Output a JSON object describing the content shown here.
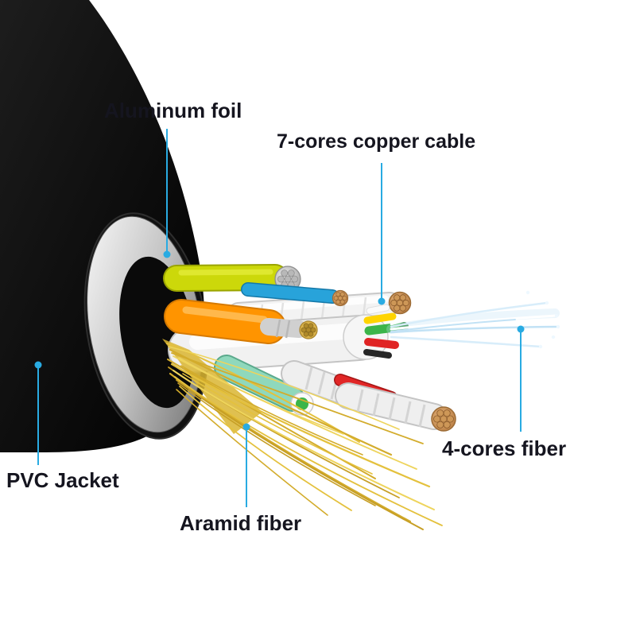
{
  "diagram": {
    "subject": "Cable cross-section cutaway diagram",
    "labels": {
      "aluminum_foil": "Aluminum foil",
      "copper_cable": "7-cores copper cable",
      "pvc_jacket": "PVC Jacket",
      "aramid_fiber": "Aramid fiber",
      "fiber_4core": "4-cores fiber"
    },
    "callout_style": {
      "line_color": "#29abe2",
      "dot_color": "#29abe2",
      "text_color": "#15151f"
    },
    "part_colors": {
      "pvc_jacket": "#050505",
      "aluminum_foil_light": "#fdfdfd",
      "aluminum_foil_dark": "#6a6a6a",
      "copper": "#c08552",
      "orange_wire": "#ff9400",
      "yellow_green_wire": "#ccd80a",
      "blue_wire": "#28a3da",
      "teal_wire": "#8fd8bc",
      "red_wire": "#e12626",
      "green_core": "#3cb54a",
      "aramid_fiber": "#d9b531",
      "optic_fiber": "#d8edfa",
      "background": "#ffffff"
    }
  }
}
